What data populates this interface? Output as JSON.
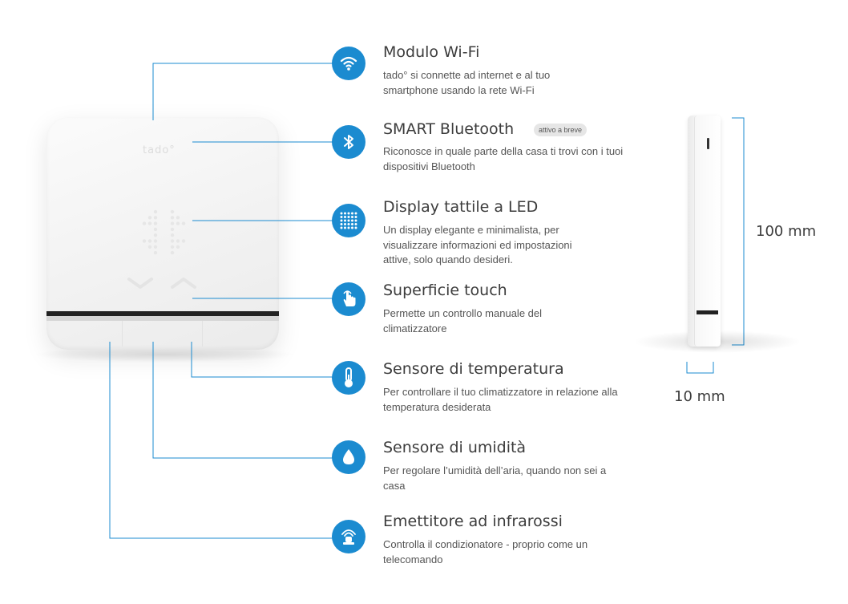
{
  "colors": {
    "accent": "#1b8bd0",
    "title_text": "#3c3c3c",
    "body_text": "#555555",
    "line": "#1b8bd0"
  },
  "device": {
    "logo_text": "tado°"
  },
  "features": [
    {
      "icon": "wifi-icon",
      "title": "Modulo Wi-Fi",
      "description": "tado° si connette ad internet e al tuo smartphone usando la rete Wi-Fi"
    },
    {
      "icon": "bluetooth-icon",
      "title": "SMART Bluetooth",
      "badge": "attivo a breve",
      "description": "Riconosce in quale parte della casa ti trovi con i tuoi dispositivi Bluetooth"
    },
    {
      "icon": "led-grid-icon",
      "title": "Display tattile a LED",
      "description": "Un display elegante e minimalista, per visualizzare informazioni ed impostazioni attive, solo quando desideri."
    },
    {
      "icon": "touch-hand-icon",
      "title": "Superficie touch",
      "description": "Permette un controllo manuale del climatizzatore"
    },
    {
      "icon": "thermometer-icon",
      "title": "Sensore di temperatura",
      "description": "Per controllare il tuo climatizzatore in relazione alla temperatura desiderata"
    },
    {
      "icon": "water-drop-icon",
      "title": "Sensore di umidità",
      "description": "Per regolare l’umidità dell’aria, quando non sei a casa"
    },
    {
      "icon": "infrared-emitter-icon",
      "title": "Emettitore ad infrarossi",
      "description": "Controlla il condizionatore - proprio come un telecomando"
    }
  ],
  "dimensions": {
    "height_label": "100 mm",
    "depth_label": "10 mm"
  }
}
